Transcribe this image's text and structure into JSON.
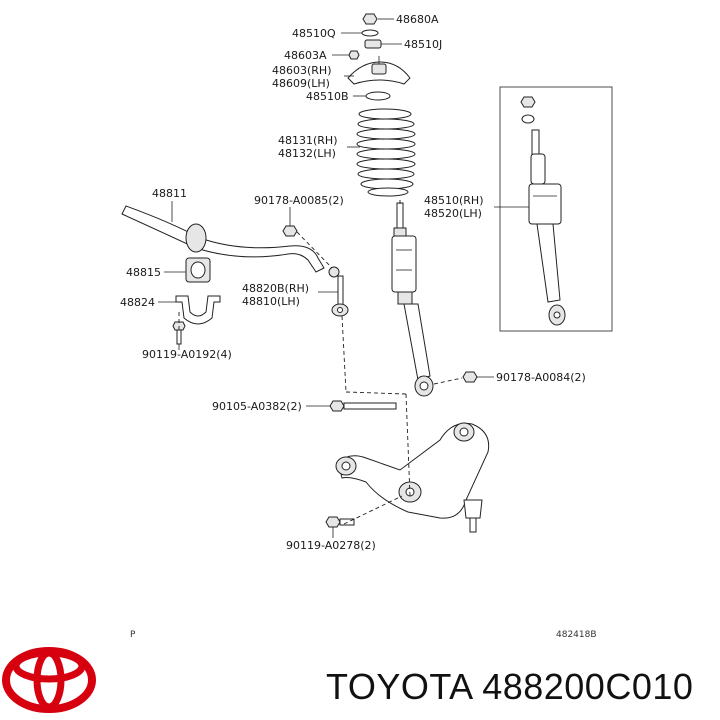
{
  "labels": {
    "p48680A": "48680A",
    "p48510Q": "48510Q",
    "p48510J": "48510J",
    "p48603A": "48603A",
    "p48603RH": "48603(RH)",
    "p48609LH": "48609(LH)",
    "p48510B": "48510B",
    "p48131RH": "48131(RH)",
    "p48132LH": "48132(LH)",
    "p48811": "48811",
    "p90178A0085": "90178-A0085(2)",
    "p48510RH": "48510(RH)",
    "p48520LH": "48520(LH)",
    "p48815": "48815",
    "p48820BRH": "48820B(RH)",
    "p48810LH": "48810(LH)",
    "p48824": "48824",
    "p90119A0192": "90119-A0192(4)",
    "p90178A0084": "90178-A0084(2)",
    "p90105A0382": "90105-A0382(2)",
    "p90119A0278": "90119-A0278(2)"
  },
  "footer": {
    "p_mark": "P",
    "diagram_code": "482418B"
  },
  "brand": {
    "text": "TOYOTA 488200C010",
    "logo_color": "#d7000f"
  }
}
